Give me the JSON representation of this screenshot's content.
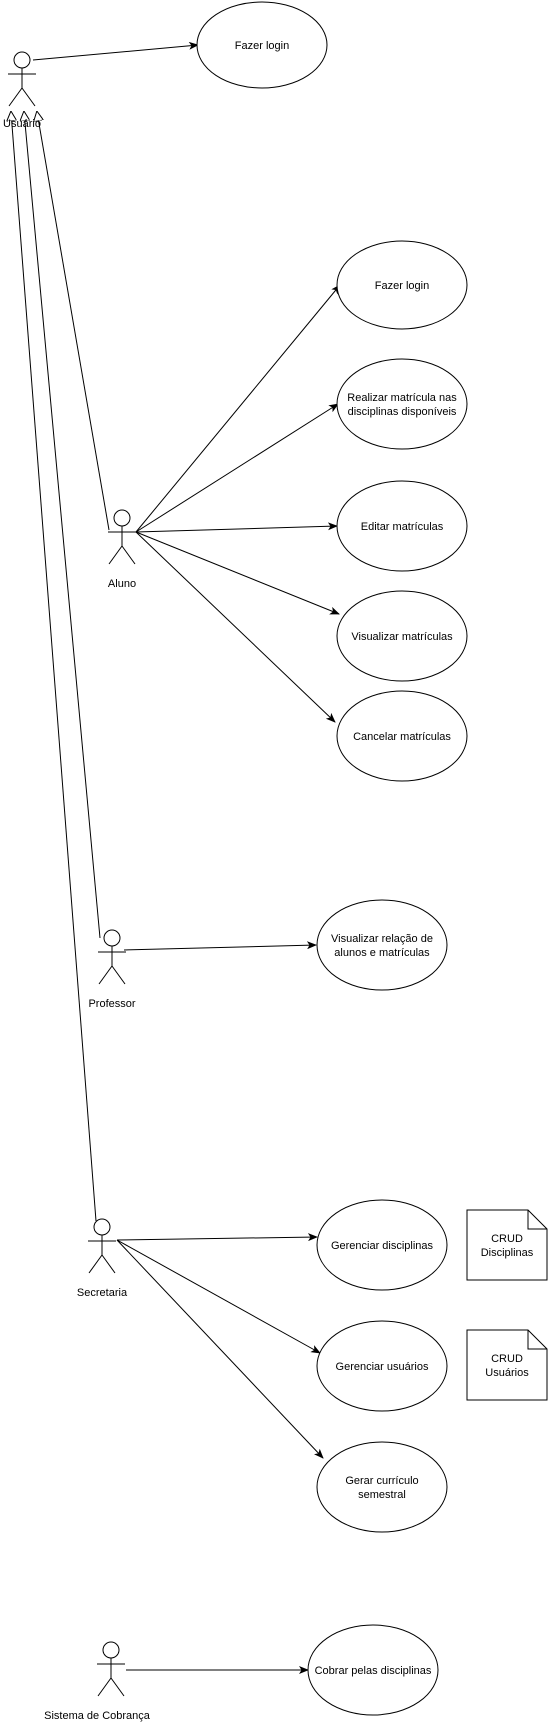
{
  "actors": {
    "usuario": "Usuário",
    "aluno": "Aluno",
    "professor": "Professor",
    "secretaria": "Secretaria",
    "sistema_cobranca": "Sistema de Cobrança"
  },
  "use_cases": {
    "usuario_login": "Fazer login",
    "aluno_login": "Fazer login",
    "realizar_matricula": [
      "Realizar matrícula nas",
      "disciplinas disponíveis"
    ],
    "editar_matriculas": "Editar matrículas",
    "visualizar_matriculas": "Visualizar matrículas",
    "cancelar_matriculas": "Cancelar matrículas",
    "visualizar_relacao": [
      "Visualizar relação de",
      "alunos e matrículas"
    ],
    "gerenciar_disciplinas": "Gerenciar disciplinas",
    "gerenciar_usuarios": "Gerenciar usuários",
    "gerar_curriculo": [
      "Gerar currículo",
      "semestral"
    ],
    "cobrar_disciplinas": "Cobrar pelas disciplinas"
  },
  "notes": {
    "crud_disciplinas": [
      "CRUD",
      "Disciplinas"
    ],
    "crud_usuarios": [
      "CRUD",
      "Usuários"
    ]
  }
}
